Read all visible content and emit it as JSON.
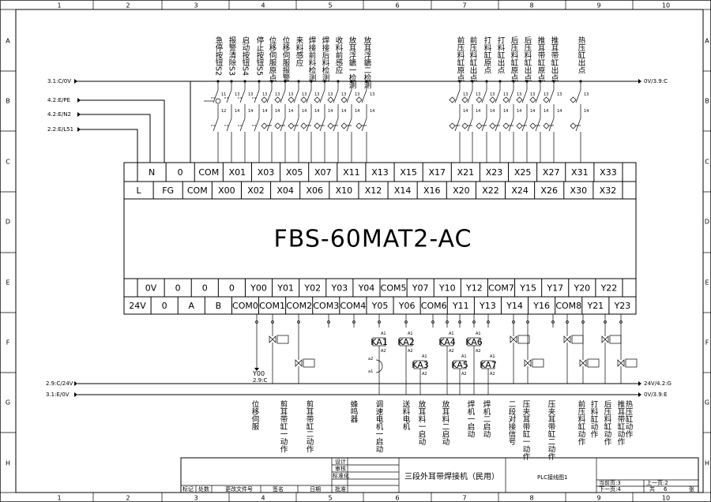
{
  "plc_model": "FBS-60MAT2-AC",
  "border": {
    "cols": [
      "1",
      "2",
      "3",
      "4",
      "5",
      "6",
      "7",
      "8",
      "9",
      "10"
    ],
    "rows": [
      "A",
      "B",
      "C",
      "D",
      "E",
      "F",
      "G",
      "H"
    ]
  },
  "left_refs": [
    "3.1:C/0V",
    "4.2:E/PE",
    "4.2:E/N2",
    "2.2:E/L51"
  ],
  "right_ref_top": "0V/3.9:C",
  "bus_left": [
    "2.9:C/24V",
    "3.1:E/0V"
  ],
  "bus_right": [
    "24V/4.2:G",
    "0V/3.9:E"
  ],
  "input_switches": [
    {
      "label": "急停按钮S2"
    },
    {
      "label": "报警清除S3"
    },
    {
      "label": "启动按钮S4"
    },
    {
      "label": "停止按钮S5"
    },
    {
      "label": "位移伺服原点"
    },
    {
      "label": "位移伺服报警"
    },
    {
      "label": "来料感应"
    },
    {
      "label": "焊接前料检测"
    },
    {
      "label": "焊接后料检测"
    },
    {
      "label": "收料前感应"
    },
    {
      "label": "放耳浮鑣一检测"
    },
    {
      "label": "放耳浮鑣二检测"
    },
    {
      "label": "前压料缸原点"
    },
    {
      "label": "前压料缸出点"
    },
    {
      "label": "打料缸原点"
    },
    {
      "label": "打料缸出点"
    },
    {
      "label": "后压料缸原点"
    },
    {
      "label": "后压料缸出点"
    },
    {
      "label": "推耳带缸原点"
    },
    {
      "label": "推耳带缸出点"
    },
    {
      "label": "热压缸出点"
    }
  ],
  "contact_no": [
    "13",
    "14",
    "11",
    "12"
  ],
  "input_row_top": [
    "N",
    "0",
    "COM",
    "X01",
    "X03",
    "X05",
    "X07",
    "X11",
    "X13",
    "X15",
    "X17",
    "X21",
    "X23",
    "X25",
    "X27",
    "X31",
    "X33"
  ],
  "input_row_bottom": [
    "L",
    "FG",
    "COM",
    "X00",
    "X02",
    "X04",
    "X06",
    "X10",
    "X12",
    "X14",
    "X16",
    "X20",
    "X22",
    "X24",
    "X26",
    "X30",
    "X32"
  ],
  "output_row_top": [
    "0V",
    "0",
    "0",
    "0",
    "Y00",
    "Y01",
    "Y02",
    "Y03",
    "Y04",
    "COM5",
    "Y07",
    "Y10",
    "Y12",
    "COM7",
    "Y15",
    "Y17",
    "Y20",
    "Y22"
  ],
  "output_row_bottom": [
    "24V",
    "0",
    "A",
    "B",
    "COM0",
    "COM1",
    "COM2",
    "COM3",
    "COM4",
    "Y05",
    "Y06",
    "COM6",
    "Y11",
    "Y13",
    "Y14",
    "Y16",
    "COM8",
    "Y21",
    "Y23"
  ],
  "relays": [
    "KA1",
    "KA2",
    "KA3",
    "KA4",
    "KA5",
    "KA6",
    "KA7"
  ],
  "relay_pins": [
    "A1",
    "A2",
    "a1",
    "a2"
  ],
  "y00_ref": [
    "Y00",
    "2.9:C"
  ],
  "outputs": [
    {
      "label": "位移伺服"
    },
    {
      "label": "剪耳带缸一动作"
    },
    {
      "label": "剪耳带缸二动作"
    },
    {
      "label": "蜂鸣器"
    },
    {
      "label": "调速电机一启动"
    },
    {
      "label": "送料电机"
    },
    {
      "label": "放耳料一启动"
    },
    {
      "label": "放耳料二启动"
    },
    {
      "label": "焊机一启动"
    },
    {
      "label": "焊机二启动"
    },
    {
      "label": "二段对接信号"
    },
    {
      "label": "压夹耳带缸一动作"
    },
    {
      "label": "压夹耳带缸二动作"
    },
    {
      "label": "前压料缸动作"
    },
    {
      "label": "打料缸动作"
    },
    {
      "label": "后压料缸动作"
    },
    {
      "label": "推耳带缸动作"
    },
    {
      "label": "热压缸动作"
    }
  ],
  "title_block": {
    "project": "三段外耳带焊接机（民用）",
    "drawing": "PLC接线图1",
    "design": "设计",
    "check": "审核",
    "standard": "标准化",
    "approve": "批准",
    "mark": "标记",
    "count": "处数",
    "change": "更改文件号",
    "sign": "签名",
    "date": "日期",
    "current_page": "当前页:3",
    "prev_page": "上一页:2",
    "next_page": "下一页:4",
    "total": "共",
    "total_n": "6",
    "sheet": "张"
  }
}
